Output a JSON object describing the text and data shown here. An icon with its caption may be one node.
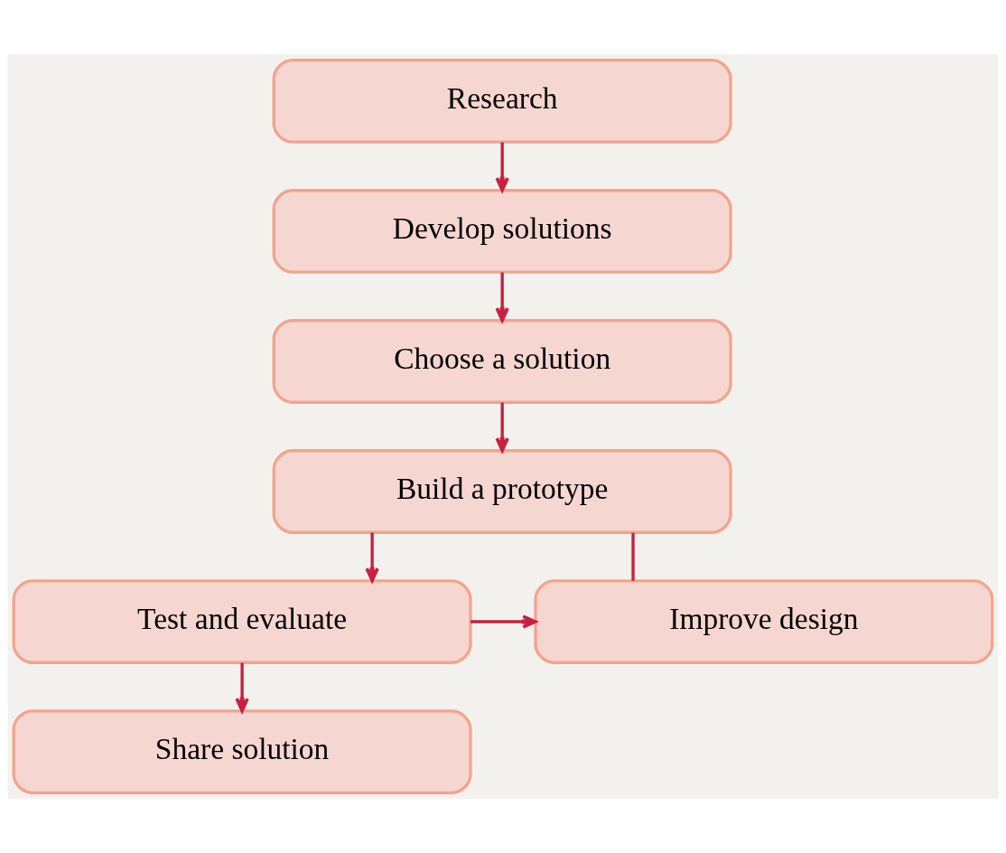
{
  "diagram": {
    "nodes": [
      {
        "text": [
          "Research"
        ]
      },
      {
        "text": [
          "Develop solutions"
        ]
      },
      {
        "text": [
          "Choose a solution"
        ]
      },
      {
        "text": [
          "Build a prototype"
        ]
      },
      {
        "text": [
          "Improve design"
        ]
      },
      {
        "text": [
          "Test and evaluate"
        ]
      },
      {
        "text": [
          "Share solution"
        ]
      }
    ],
    "edges": [
      {
        "from": 0,
        "to": 1,
        "arrow": "to"
      },
      {
        "from": 1,
        "to": 2,
        "arrow": "to"
      },
      {
        "from": 2,
        "to": 3,
        "arrow": "to"
      },
      {
        "from": 3,
        "to": 4,
        "arrow": "none"
      },
      {
        "from": 3,
        "to": 5,
        "arrow": "to"
      },
      {
        "from": 5,
        "to": 4,
        "arrow": "to"
      },
      {
        "from": 5,
        "to": 6,
        "arrow": "to"
      }
    ]
  }
}
